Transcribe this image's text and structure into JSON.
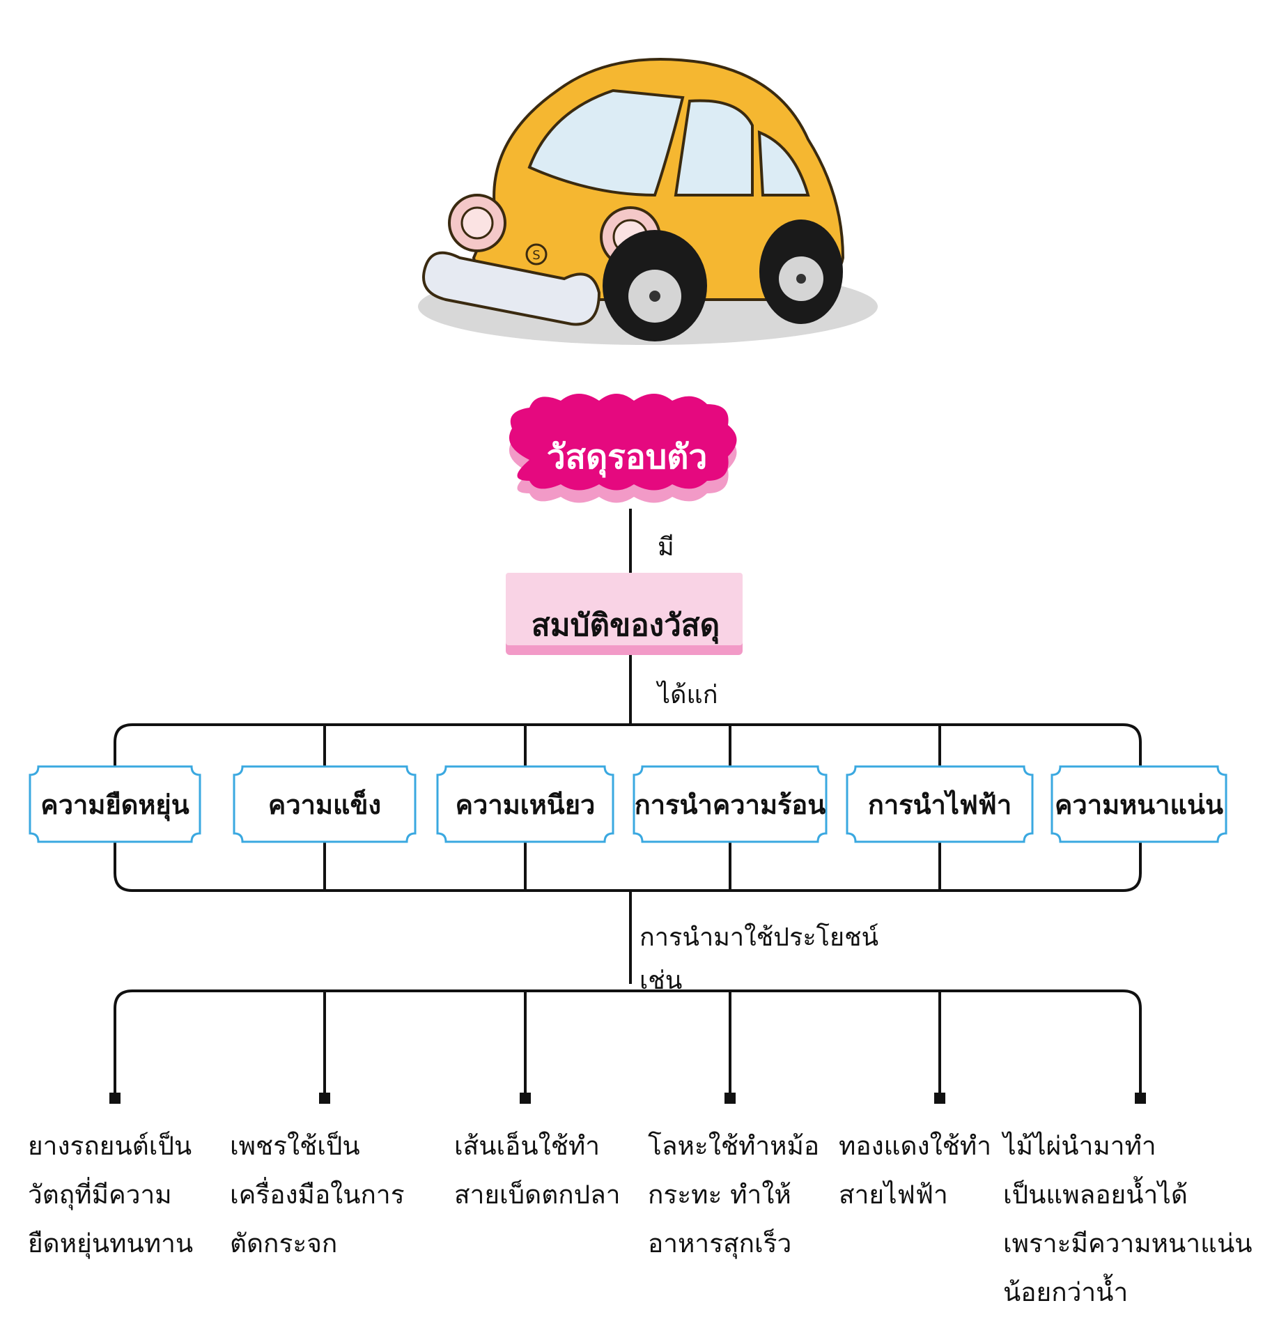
{
  "title": "วัสดุรอบตัว",
  "link_has": "มี",
  "properties_title": "สมบัติของวัสดุ",
  "link_include": "ได้แก่",
  "properties": [
    "ความยืดหยุ่น",
    "ความแข็ง",
    "ความเหนียว",
    "การนำความร้อน",
    "การนำไฟฟ้า",
    "ความหนาแน่น"
  ],
  "link_usage": [
    "การนำมาใช้ประโยชน์",
    "เช่น"
  ],
  "examples": [
    [
      "ยางรถยนต์เป็น",
      "วัตถุที่มีความ",
      "ยืดหยุ่นทนทาน"
    ],
    [
      "เพชรใช้เป็น",
      "เครื่องมือในการ",
      "ตัดกระจก"
    ],
    [
      "เส้นเอ็นใช้ทำ",
      "สายเบ็ดตกปลา"
    ],
    [
      "โลหะใช้ทำหม้อ",
      "กระทะ  ทำให้",
      "อาหารสุกเร็ว"
    ],
    [
      "ทองแดงใช้ทำ",
      "สายไฟฟ้า"
    ],
    [
      "ไม้ไผ่นำมาทำ",
      "เป็นแพลอยน้ำได้",
      "เพราะมีความหนาแน่น",
      "น้อยกว่าน้ำ"
    ]
  ],
  "colors": {
    "cloud": "#e5097f",
    "cloud_shadow": "#f29ac7",
    "props_box": "#f9d3e5",
    "prop_border": "#3aa8e0",
    "car_body": "#f5b731",
    "line": "#111111"
  }
}
